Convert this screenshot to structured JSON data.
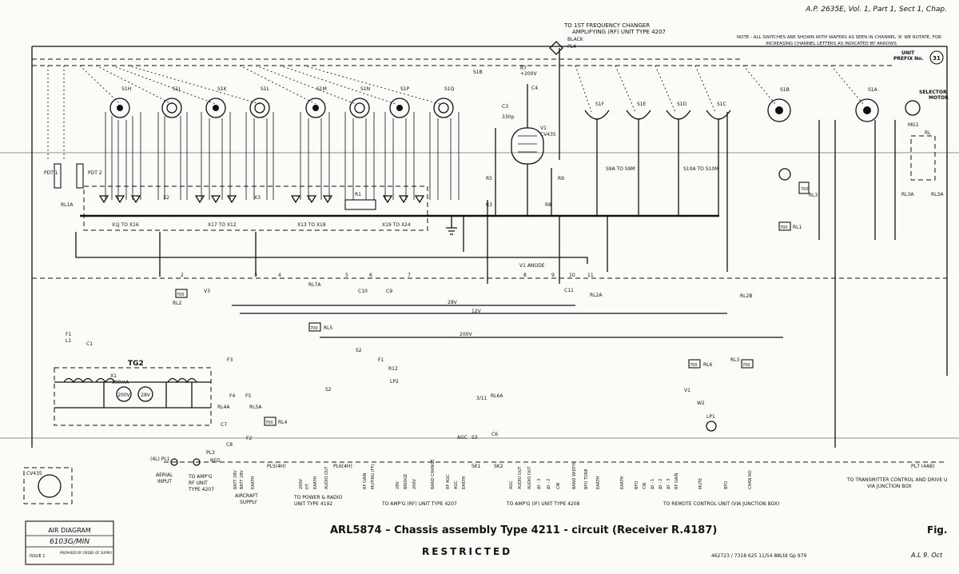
{
  "header": {
    "reference": "A.P. 2635E, Vol. 1, Part 1, Sect 1, Chap.",
    "top_connector_line1": "TO 1ST FREQUENCY CHANGER",
    "top_connector_line2": "AMPLIFYING (RF) UNIT TYPE 4207",
    "top_connector_colour": "BLACK",
    "top_connector_plug": "PL4",
    "note_line1": "NOTE - ALL SWITCHES ARE SHOWN WITH WAFERS AS SEEN IN CHANNEL 'A' WE ROTATE, FOR",
    "note_line2": "INCREASING CHANNEL LETTERS AS INDICATED BY ARROWS",
    "unit_label": "UNIT",
    "unit_prefix": "PREFIX No.",
    "unit_prefix_value": "31"
  },
  "switches": [
    "S1H",
    "S1J",
    "S1K",
    "S1L",
    "S1M",
    "S1N",
    "S1P",
    "S1Q",
    "S1B",
    "S1F",
    "S1E",
    "S1D",
    "S1C",
    "S1B",
    "S1A"
  ],
  "diode_groups": [
    "X1J TO X16",
    "X17 TO X12",
    "X13 TO X18",
    "X19 TO X24"
  ],
  "components": {
    "x2": "X2",
    "x3": "X3",
    "r1": "R1",
    "pdt1": "PDT 1",
    "pdt2": "PDT 2",
    "rl1a": "RL1A",
    "v1": "V1",
    "v1_type": "CV435",
    "r7": "R7",
    "plus200v": "+200V",
    "c4": "C4",
    "c3": "C3",
    "c3_value": "330p",
    "r5": "R5",
    "r3": "R3",
    "r9": "R9",
    "r8": "R8",
    "s9a_s9m": "S9A TO S9M",
    "s10a_s10m": "S10A TO S10M",
    "selector_motor": "SELECTOR",
    "selector_motor_2": "MOTOR",
    "mg1": "MG1",
    "rl3a_box": "RL",
    "rl3a": "RL3A",
    "rl3": "RL3",
    "rl1": "RL1",
    "r700": "700",
    "v1_anode": "V1 ANODE",
    "rl7a": "RL7A",
    "v3": "V3",
    "rl2": "RL2",
    "c10": "C10",
    "c9": "C9",
    "c11": "C11",
    "rl2a": "RL2A",
    "rl2b": "RL2B",
    "rl5": "RL5",
    "s2": "S2",
    "f1": "F1",
    "r12": "R12",
    "lp2": "LP2",
    "f3": "F3",
    "rl6": "RL6",
    "w2": "W2",
    "lp1": "LP1",
    "rl4a_right": "3/11",
    "l1": "L1",
    "c1": "C1",
    "tg2": "TG2",
    "x1": "X1",
    "ma": "500mA",
    "tg2_200v": "200V",
    "tg2_28v": "28V",
    "f4": "F4",
    "f5": "F5",
    "rl4a": "RL4A",
    "rl5a": "RL5A",
    "rl4": "RL4",
    "c7": "C7",
    "c8": "C8",
    "f2": "F2",
    "rl6a": "RL6A",
    "agc": "AGC",
    "s3": "S3",
    "c6": "C6"
  },
  "harness_pins": [
    "1",
    "2",
    "3",
    "4",
    "5",
    "6",
    "7",
    "8",
    "9",
    "10",
    "11"
  ],
  "rails": {
    "v28": "28V",
    "v12": "12V",
    "v200": "200V"
  },
  "connectors": {
    "pl1": "(4L) PL1",
    "pl3": "PL3",
    "pl3_colour": "RED",
    "pl5": "PL5(4H)",
    "pl6": "PL6(4H)",
    "sk1": "SK1",
    "sk2": "SK2",
    "pl7": "PL7 (4AB)"
  },
  "pins": [
    "BATT 28V",
    "BATT 28V",
    "EARTH",
    "200V",
    "HT",
    "EARTH",
    "AUDIO OUT",
    "RF GAIN",
    "MUTING (FF)",
    "28V",
    "BRIDGE",
    "200V",
    "BAND CHANGE",
    "RF AGC",
    "AGC",
    "EARTH",
    "AGC",
    "AUDIO OUT",
    "AUDIO OUT",
    "Δf - 3",
    "Δf - 2",
    "CW",
    "BAND WIDTH",
    "BFO TONE",
    "EARTH",
    "EARTH",
    "BFO",
    "CW",
    "Δf - 1",
    "Δf - 2",
    "Δf - 3",
    "RF GAIN",
    "MUTE",
    "BFO",
    "CHAN NO"
  ],
  "captions": {
    "aerial_input": "AERIAL",
    "aerial_input_2": "INPUT",
    "amp_rf_1": "TO AMP'G",
    "amp_rf_2": "RF UNIT",
    "amp_rf_3": "TYPE 4207",
    "aircraft_supply": "AIRCRAFT",
    "aircraft_supply_2": "SUPPLY",
    "power_radio": "TO POWER & RADIO",
    "power_radio_2": "UNIT TYPE 4192",
    "amp_rf_4207": "TO AMP'G (RF) UNIT TYPE 4207",
    "amp_if_4208": "TO AMP'G (IF) UNIT TYPE 4208",
    "remote_control": "TO REMOTE CONTROL UNIT (VIA JUNCTION BOX)",
    "transmitter": "TO TRANSMITTER CONTROL AND DRIVE U",
    "transmitter_2": "VIA JUNCTION BOX"
  },
  "footer": {
    "air_diagram": "AIR DIAGRAM",
    "air_diagram_number": "6103G/MIN",
    "issue": "ISSUE 1",
    "prepared_by": "PREPARED BY ORDER OF SUPPLY",
    "title": "ARL5874 – Chassis assembly Type 4211 - circuit (Receiver R.4187)",
    "restricted": "RESTRICTED",
    "fig": "Fig.",
    "print_code": "462723 / 7318   625   11/54   88Ltd   Gp 979",
    "ap_short": "A.L 9. Oct"
  }
}
